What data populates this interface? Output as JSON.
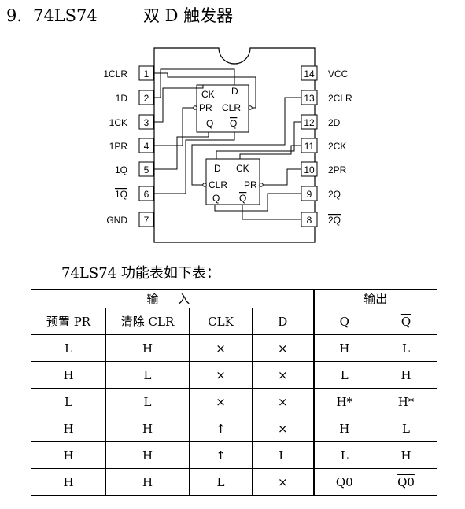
{
  "heading": {
    "number": "9.",
    "part": "74LS74",
    "title": "双 D 触发器"
  },
  "pins_left": [
    {
      "num": "1",
      "label": "1CLR"
    },
    {
      "num": "2",
      "label": "1D"
    },
    {
      "num": "3",
      "label": "1CK"
    },
    {
      "num": "4",
      "label": "1PR"
    },
    {
      "num": "5",
      "label": "1Q"
    },
    {
      "num": "6",
      "label": "1Q"
    },
    {
      "num": "7",
      "label": "GND"
    }
  ],
  "pins_right": [
    {
      "num": "14",
      "label": "VCC"
    },
    {
      "num": "13",
      "label": "2CLR"
    },
    {
      "num": "12",
      "label": "2D"
    },
    {
      "num": "11",
      "label": "2CK"
    },
    {
      "num": "10",
      "label": "2PR"
    },
    {
      "num": "9",
      "label": "2Q"
    },
    {
      "num": "8",
      "label": "2Q"
    }
  ],
  "ff1": {
    "ck": "CK",
    "d": "D",
    "pr": "PR",
    "clr": "CLR",
    "q": "Q",
    "qbar": "Q"
  },
  "ff2": {
    "d": "D",
    "ck": "CK",
    "clr": "CLR",
    "pr": "PR",
    "q": "Q",
    "qbar": "Q"
  },
  "caption": "74LS74 功能表如下表：",
  "table": {
    "group_input": "输 入",
    "group_output": "输出",
    "columns": [
      "预置 PR",
      "清除 CLR",
      "CLK",
      "D",
      "Q",
      "Q"
    ],
    "rows": [
      [
        "L",
        "H",
        "×",
        "×",
        "H",
        "L"
      ],
      [
        "H",
        "L",
        "×",
        "×",
        "L",
        "H"
      ],
      [
        "L",
        "L",
        "×",
        "×",
        "H*",
        "H*"
      ],
      [
        "H",
        "H",
        "↑",
        "×",
        "H",
        "L"
      ],
      [
        "H",
        "H",
        "↑",
        "L",
        "L",
        "H"
      ],
      [
        "H",
        "H",
        "L",
        "×",
        "Q0",
        "Q0"
      ]
    ]
  }
}
